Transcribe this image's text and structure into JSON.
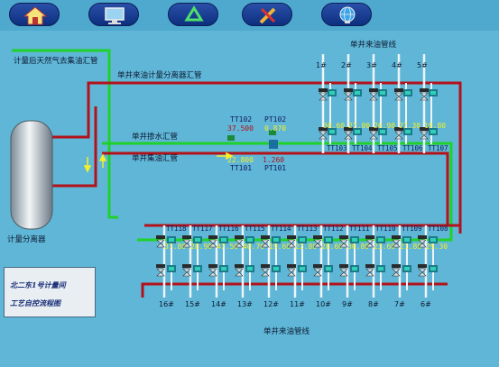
{
  "toolbar": {
    "buttons": [
      {
        "id": "home",
        "icon": "home-icon"
      },
      {
        "id": "monitor",
        "icon": "monitor-icon"
      },
      {
        "id": "recycle",
        "icon": "recycle-icon"
      },
      {
        "id": "tools",
        "icon": "tools-icon"
      },
      {
        "id": "network",
        "icon": "network-icon"
      }
    ]
  },
  "labels": {
    "top_manifold_title": "单井来油管线",
    "bottom_manifold_title": "单井来油管线",
    "gas_line": "计量后天然气去集油汇管",
    "metering_manifold": "单井来油计量分离器汇管",
    "water_line": "单井掺水汇管",
    "gathering_line": "单井集油汇管",
    "separator": "计量分离器",
    "panel_line1": "北二东1号计量间",
    "panel_line2": "工艺自控流程图"
  },
  "instruments": {
    "tt102": {
      "tag": "TT102",
      "value": "37.500"
    },
    "pt102": {
      "tag": "PT102",
      "value": "0.870"
    },
    "tt101": {
      "tag": "TT101",
      "value": "22.800"
    },
    "pt101": {
      "tag": "PT101",
      "value": "1.260"
    }
  },
  "top_wells": [
    {
      "num": "1#",
      "tt": "TT103",
      "temp": "30.60"
    },
    {
      "num": "2#",
      "tt": "TT104",
      "temp": "27.00"
    },
    {
      "num": "3#",
      "tt": "TT105",
      "temp": "26.90"
    },
    {
      "num": "4#",
      "tt": "TT106",
      "temp": "27.30"
    },
    {
      "num": "5#",
      "tt": "TT107",
      "temp": "19.80"
    }
  ],
  "bottom_wells": [
    {
      "num": "16#",
      "tt": "TT118",
      "temp": "37.80"
    },
    {
      "num": "15#",
      "tt": "TT117",
      "temp": "28.90"
    },
    {
      "num": "14#",
      "tt": "TT116",
      "temp": "47.50"
    },
    {
      "num": "13#",
      "tt": "TT115",
      "temp": "40.70"
    },
    {
      "num": "12#",
      "tt": "TT114",
      "temp": "19.60"
    },
    {
      "num": "11#",
      "tt": "TT113",
      "temp": "22.80"
    },
    {
      "num": "10#",
      "tt": "TT112",
      "temp": "28.60"
    },
    {
      "num": "9#",
      "tt": "TT111",
      "temp": "30.80"
    },
    {
      "num": "8#",
      "tt": "TT110",
      "temp": "23.60"
    },
    {
      "num": "7#",
      "tt": "TT109",
      "temp": "21.80"
    },
    {
      "num": "6#",
      "tt": "TT108",
      "temp": "29.30"
    }
  ],
  "colors": {
    "background": "#5fb6d6",
    "oil_pipe": "#b3121b",
    "water_pipe": "#1fd12a",
    "branch_pipe": "#eef4f8",
    "value_red": "#b3121b",
    "value_yellow": "#f4ef2a"
  }
}
